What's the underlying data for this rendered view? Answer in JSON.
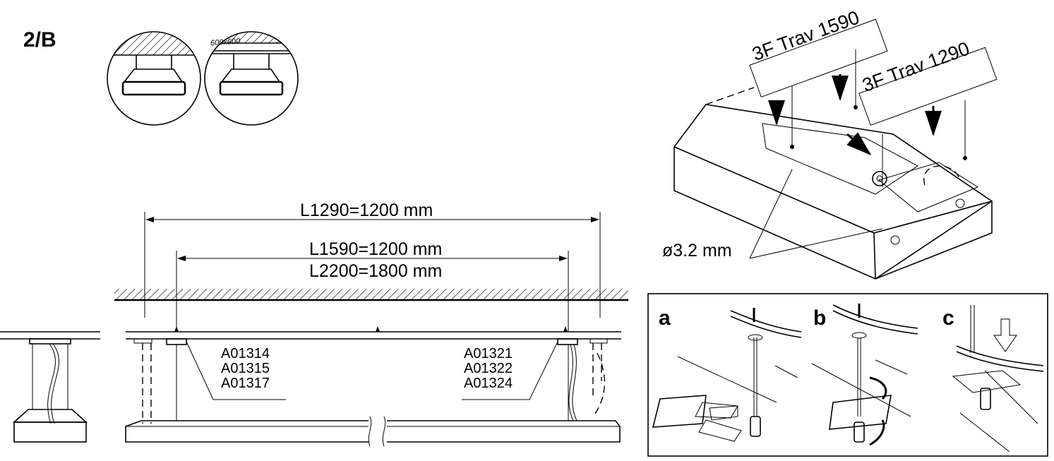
{
  "step_label": "2/B",
  "ceiling_grid_label": "600x600",
  "dimensions": {
    "l1290": "L1290=1200 mm",
    "l1590": "L1590=1200 mm",
    "l2200": "L2200=1800 mm"
  },
  "parts_left": [
    "A01314",
    "A01315",
    "A01317"
  ],
  "parts_right": [
    "A01321",
    "A01322",
    "A01324"
  ],
  "labels": {
    "trav_1590": "3F Trav 1590",
    "trav_1290": "3F Trav 1290",
    "hole_diameter": "ø3.2 mm"
  },
  "detail_steps": [
    "a",
    "b",
    "c"
  ]
}
